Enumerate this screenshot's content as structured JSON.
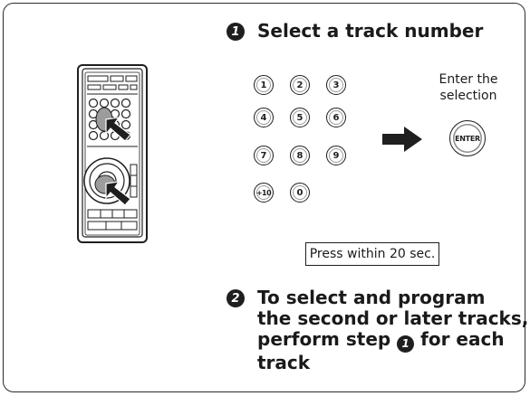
{
  "step1": {
    "number": "1",
    "title": "Select a track number"
  },
  "keypad": {
    "keys": [
      "1",
      "2",
      "3",
      "4",
      "5",
      "6",
      "7",
      "8",
      "9",
      "+10",
      "0"
    ]
  },
  "enter": {
    "label_line1": "Enter the",
    "label_line2": "selection",
    "button_label": "ENTER"
  },
  "note": {
    "text": "Press within 20 sec."
  },
  "step2": {
    "number": "2",
    "line1": "To select and program",
    "line2": "the second or later tracks,",
    "line3_prefix": "perform step",
    "line3_ref": "1",
    "line3_suffix": "for each",
    "line4": "track"
  }
}
